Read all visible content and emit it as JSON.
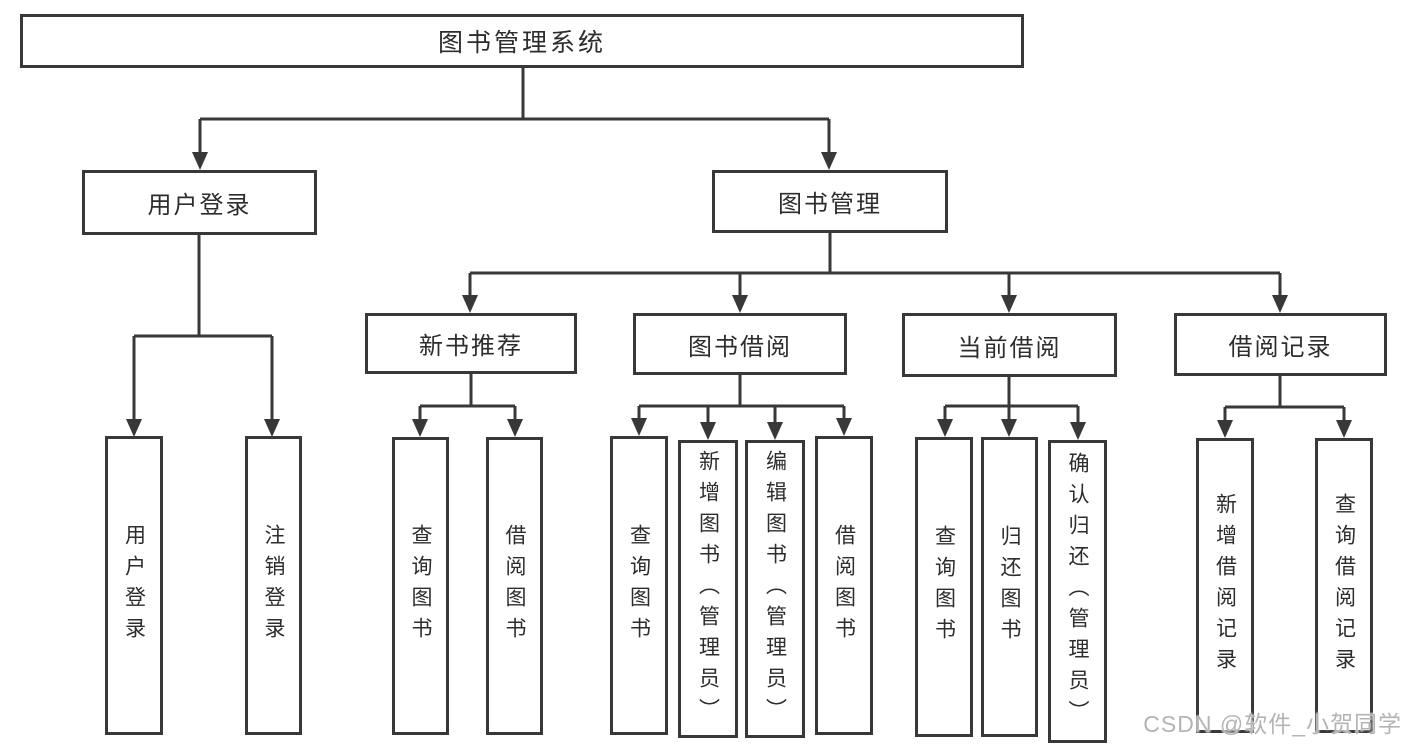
{
  "colors": {
    "line": "#383838",
    "text": "#2d2d2d",
    "bg": "#ffffff",
    "watermark": "#b4b4b4"
  },
  "watermark": "CSDN @软件_小贺同学",
  "tree": {
    "label": "图书管理系统",
    "children": [
      {
        "label": "用户登录",
        "children": [
          {
            "label": "用户登录"
          },
          {
            "label": "注销登录"
          }
        ]
      },
      {
        "label": "图书管理",
        "children": [
          {
            "label": "新书推荐",
            "children": [
              {
                "label": "查询图书"
              },
              {
                "label": "借阅图书"
              }
            ]
          },
          {
            "label": "图书借阅",
            "children": [
              {
                "label": "查询图书"
              },
              {
                "label": "新增图书（管理员）"
              },
              {
                "label": "编辑图书（管理员）"
              },
              {
                "label": "借阅图书"
              }
            ]
          },
          {
            "label": "当前借阅",
            "children": [
              {
                "label": "查询图书"
              },
              {
                "label": "归还图书"
              },
              {
                "label": "确认归还（管理员）"
              }
            ]
          },
          {
            "label": "借阅记录",
            "children": [
              {
                "label": "新增借阅记录"
              },
              {
                "label": "查询借阅记录"
              }
            ]
          }
        ]
      }
    ]
  }
}
